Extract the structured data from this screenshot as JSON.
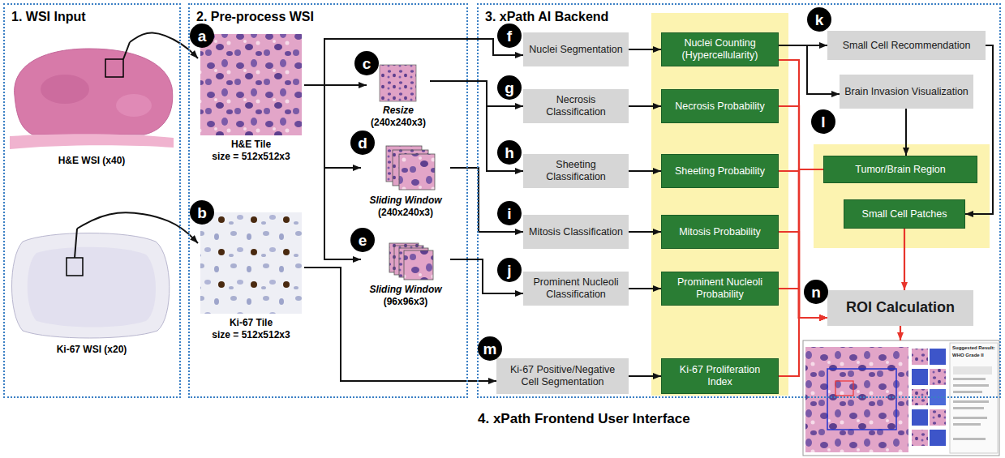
{
  "diagram": {
    "nodes": [
      {
        "text": [
          "1. WSI Input"
        ]
      },
      {
        "text": [
          "H&E WSI (x40)"
        ],
        "in": 0
      },
      {
        "text": [
          "Ki-67 WSI (x20)"
        ],
        "in": 0
      },
      {
        "text": [
          "2. Pre-process WSI"
        ]
      },
      {
        "text": [
          "H&E Tile",
          "size = 512x512x3"
        ],
        "in": 3
      },
      {
        "text": [
          "Resize",
          "(240x240x3)"
        ],
        "in": 3
      },
      {
        "text": [
          "Sliding Window",
          "(240x240x3)"
        ],
        "in": 3
      },
      {
        "text": [
          "Sliding Window",
          "(96x96x3)"
        ],
        "in": 3
      },
      {
        "text": [
          "Ki-67 Tile",
          "size = 512x512x3"
        ],
        "in": 3
      },
      {
        "text": [
          "3. xPath AI Backend"
        ]
      },
      {
        "text": [
          "Nuclei Segmentation"
        ],
        "in": 9
      },
      {
        "text": [
          "Nuclei Counting (Hypercellularity)"
        ],
        "in": 9
      },
      {
        "text": [
          "Small Cell Recommendation"
        ],
        "in": 9
      },
      {
        "text": [
          "Brain Invasion Visualization"
        ],
        "in": 9
      },
      {
        "text": [
          "Necrosis Classification"
        ],
        "in": 9
      },
      {
        "text": [
          "Necrosis Probability"
        ],
        "in": 9
      },
      {
        "text": [
          "Sheeting Classification"
        ],
        "in": 9
      },
      {
        "text": [
          "Sheeting Probability"
        ],
        "in": 9
      },
      {
        "text": [
          "Tumor/Brain Region"
        ],
        "in": 9
      },
      {
        "text": [
          "Mitosis Classification"
        ],
        "in": 9
      },
      {
        "text": [
          "Mitosis Probability"
        ],
        "in": 9
      },
      {
        "text": [
          "Small Cell Patches"
        ],
        "in": 9
      },
      {
        "text": [
          "Prominent Nucleoli Classification"
        ],
        "in": 9
      },
      {
        "text": [
          "Prominent Nucleoli Probability"
        ],
        "in": 9
      },
      {
        "text": [
          "ROI Calculation"
        ],
        "in": 9
      },
      {
        "text": [
          "Ki-67 Positive/Negative Cell Segmentation"
        ],
        "in": 9
      },
      {
        "text": [
          "Ki-67 Proliferation Index"
        ],
        "in": 9
      },
      {
        "text": [
          "4. xPath Frontend User Interface"
        ]
      }
    ],
    "edges": [
      {
        "from": 1,
        "to": 4,
        "arrow": "to"
      },
      {
        "from": 2,
        "to": 8,
        "arrow": "to"
      },
      {
        "from": 4,
        "to": 5,
        "arrow": "to"
      },
      {
        "from": 4,
        "to": 10,
        "arrow": "to"
      },
      {
        "from": 4,
        "to": 6,
        "arrow": "to"
      },
      {
        "from": 4,
        "to": 7,
        "arrow": "to"
      },
      {
        "from": 5,
        "to": 14,
        "arrow": "to"
      },
      {
        "from": 5,
        "to": 16,
        "arrow": "to"
      },
      {
        "from": 6,
        "to": 19,
        "arrow": "to"
      },
      {
        "from": 7,
        "to": 22,
        "arrow": "to"
      },
      {
        "from": 8,
        "to": 25,
        "arrow": "to"
      },
      {
        "from": 10,
        "to": 11,
        "arrow": "to"
      },
      {
        "from": 14,
        "to": 15,
        "arrow": "to"
      },
      {
        "from": 16,
        "to": 17,
        "arrow": "to"
      },
      {
        "from": 19,
        "to": 20,
        "arrow": "to"
      },
      {
        "from": 22,
        "to": 23,
        "arrow": "to"
      },
      {
        "from": 25,
        "to": 26,
        "arrow": "to"
      },
      {
        "from": 11,
        "to": 12,
        "arrow": "to"
      },
      {
        "from": 11,
        "to": 13,
        "arrow": "to"
      },
      {
        "from": 12,
        "to": 21,
        "arrow": "to"
      },
      {
        "from": 13,
        "to": 18,
        "arrow": "to"
      },
      {
        "from": 11,
        "to": 24,
        "arrow": "to"
      },
      {
        "from": 15,
        "to": 24,
        "arrow": "to"
      },
      {
        "from": 17,
        "to": 24,
        "arrow": "to"
      },
      {
        "from": 20,
        "to": 24,
        "arrow": "to"
      },
      {
        "from": 23,
        "to": 24,
        "arrow": "to"
      },
      {
        "from": 26,
        "to": 24,
        "arrow": "to"
      },
      {
        "from": 18,
        "to": 24,
        "arrow": "to"
      },
      {
        "from": 21,
        "to": 24,
        "arrow": "to"
      },
      {
        "from": 24,
        "to": 27,
        "arrow": "to"
      }
    ],
    "labels": [
      "a",
      "b",
      "c",
      "d",
      "e",
      "f",
      "g",
      "h",
      "i",
      "j",
      "k",
      "l",
      "m",
      "n",
      "Suggested Result:",
      "WHO Grade II"
    ]
  }
}
